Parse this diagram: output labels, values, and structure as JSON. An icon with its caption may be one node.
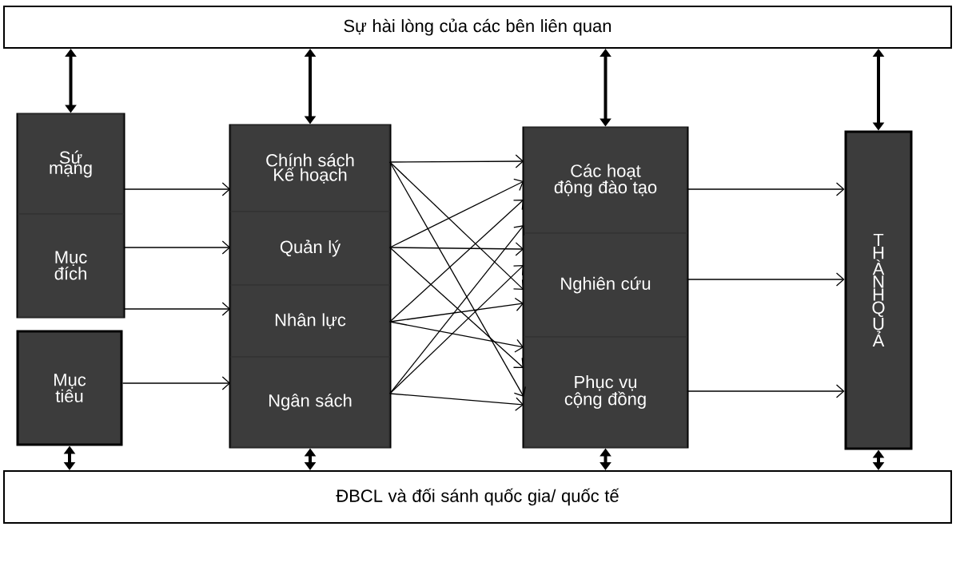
{
  "diagram": {
    "nodes": [
      {
        "text": [
          "Sự hài lòng của các bên liên quan"
        ]
      },
      {
        "text": [],
        "shape": "box"
      },
      {
        "text": [
          "Sứ mạng"
        ],
        "in": 1
      },
      {
        "text": [
          "Mục đích"
        ],
        "in": 1
      },
      {
        "text": [
          "Mục tiêu"
        ]
      },
      {
        "text": [],
        "shape": "box"
      },
      {
        "text": [
          "Chính sách Kế hoạch"
        ],
        "in": 5
      },
      {
        "text": [
          "Quản lý"
        ],
        "in": 5
      },
      {
        "text": [
          "Nhân lực"
        ],
        "in": 5
      },
      {
        "text": [
          "Ngân sách"
        ],
        "in": 5
      },
      {
        "text": [],
        "shape": "box"
      },
      {
        "text": [
          "Các hoạt động đào tạo"
        ],
        "in": 10
      },
      {
        "text": [
          "Nghiên cứu"
        ],
        "in": 10
      },
      {
        "text": [
          "Phục vụ cộng đồng"
        ],
        "in": 10
      },
      {
        "text": [
          "THÀNH QUẢ"
        ]
      },
      {
        "text": [
          "ĐBCL và đối sánh quốc gia/ quốc tế"
        ]
      }
    ],
    "edges": [
      {
        "from": 0,
        "to": 1,
        "arrow": "both",
        "style": "thick"
      },
      {
        "from": 0,
        "to": 5,
        "arrow": "both",
        "style": "thick"
      },
      {
        "from": 0,
        "to": 10,
        "arrow": "both",
        "style": "thick"
      },
      {
        "from": 0,
        "to": 14,
        "arrow": "both",
        "style": "thick"
      },
      {
        "from": 2,
        "to": 6,
        "arrow": "to"
      },
      {
        "from": 3,
        "to": 7,
        "arrow": "to"
      },
      {
        "from": 3,
        "to": 8,
        "arrow": "to"
      },
      {
        "from": 4,
        "to": 9,
        "arrow": "to"
      },
      {
        "from": 6,
        "to": 11,
        "arrow": "to"
      },
      {
        "from": 6,
        "to": 12,
        "arrow": "to"
      },
      {
        "from": 6,
        "to": 13,
        "arrow": "to"
      },
      {
        "from": 7,
        "to": 11,
        "arrow": "to"
      },
      {
        "from": 7,
        "to": 12,
        "arrow": "to"
      },
      {
        "from": 7,
        "to": 13,
        "arrow": "to"
      },
      {
        "from": 8,
        "to": 11,
        "arrow": "to"
      },
      {
        "from": 8,
        "to": 12,
        "arrow": "to"
      },
      {
        "from": 8,
        "to": 13,
        "arrow": "to"
      },
      {
        "from": 9,
        "to": 11,
        "arrow": "to"
      },
      {
        "from": 9,
        "to": 12,
        "arrow": "to"
      },
      {
        "from": 9,
        "to": 13,
        "arrow": "to"
      },
      {
        "from": 11,
        "to": 14,
        "arrow": "to"
      },
      {
        "from": 12,
        "to": 14,
        "arrow": "to"
      },
      {
        "from": 13,
        "to": 14,
        "arrow": "to"
      },
      {
        "from": 4,
        "to": 15,
        "arrow": "both",
        "style": "thick"
      },
      {
        "from": 5,
        "to": 15,
        "arrow": "both",
        "style": "thick"
      },
      {
        "from": 10,
        "to": 15,
        "arrow": "both",
        "style": "thick"
      },
      {
        "from": 14,
        "to": 15,
        "arrow": "both",
        "style": "thick"
      }
    ]
  }
}
